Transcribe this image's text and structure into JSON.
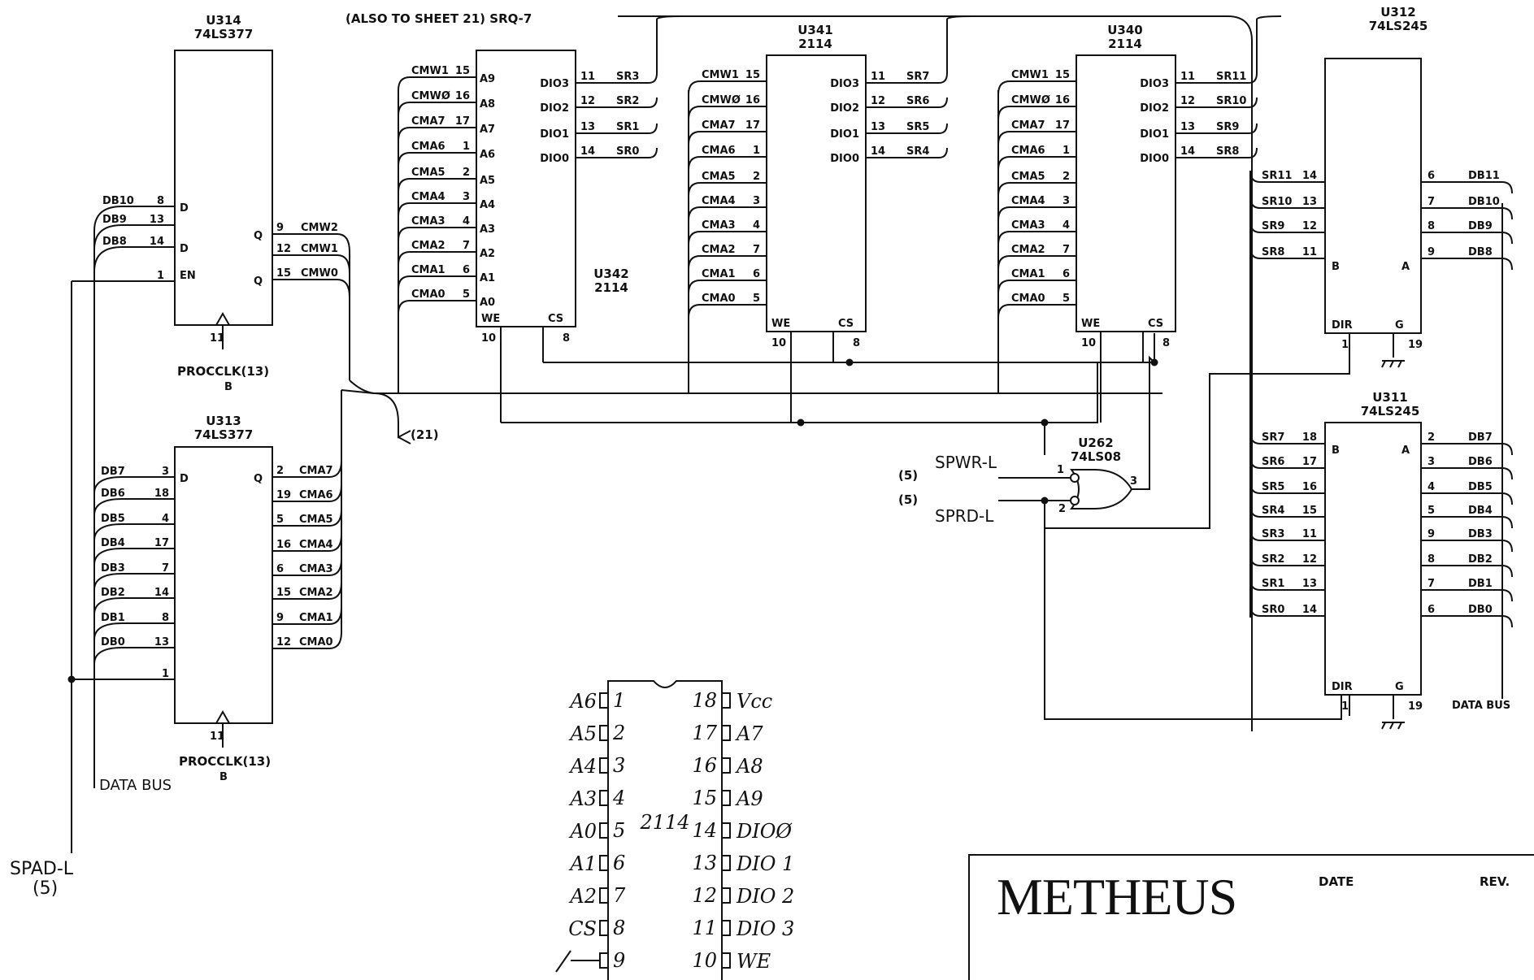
{
  "note": "(ALSO TO SHEET 21) SRQ-7",
  "branch_note": "(21)",
  "logo": "METHEUS",
  "title_block": {
    "date_label": "DATE",
    "rev_label": "REV."
  },
  "external_signals": {
    "spwr": "SPWR-L",
    "spwr_ref": "(5)",
    "sprd": "SPRD-L",
    "sprd_ref": "(5)",
    "spad": "SPAD-L",
    "spad_ref": "(5)",
    "procclk_1": "PROCCLK(13)",
    "procclk_1_b": "B",
    "procclk_2": "PROCCLK(13)",
    "procclk_2_b": "B",
    "data_bus_left": "DATA BUS",
    "data_bus_right": "DATA BUS"
  },
  "chips": {
    "u314": {
      "ref": "U314",
      "part": "74LS377",
      "clk_pin": "11"
    },
    "u313": {
      "ref": "U313",
      "part": "74LS377",
      "clk_pin": "11"
    },
    "u342": {
      "ref": "U342",
      "part": "2114"
    },
    "u341": {
      "ref": "U341",
      "part": "2114"
    },
    "u340": {
      "ref": "U340",
      "part": "2114"
    },
    "u312": {
      "ref": "U312",
      "part": "74LS245"
    },
    "u311": {
      "ref": "U311",
      "part": "74LS245"
    },
    "u262": {
      "ref": "U262",
      "part": "74LS08"
    }
  },
  "u314_inputs": [
    {
      "net": "DB10",
      "pin": "8",
      "fn": "D"
    },
    {
      "net": "DB9",
      "pin": "13",
      "fn": ""
    },
    {
      "net": "DB8",
      "pin": "14",
      "fn": "D"
    },
    {
      "net": "",
      "pin": "1",
      "fn": "ĒN"
    }
  ],
  "u314_outputs": [
    {
      "pin": "9",
      "net": "CMW2",
      "fn": "Q"
    },
    {
      "pin": "12",
      "net": "CMW1",
      "fn": ""
    },
    {
      "pin": "15",
      "net": "CMW0",
      "fn": "Q"
    }
  ],
  "u313_inputs": [
    {
      "net": "DB7",
      "pin": "3",
      "fn": "D"
    },
    {
      "net": "DB6",
      "pin": "18",
      "fn": ""
    },
    {
      "net": "DB5",
      "pin": "4",
      "fn": ""
    },
    {
      "net": "DB4",
      "pin": "17",
      "fn": ""
    },
    {
      "net": "DB3",
      "pin": "7",
      "fn": ""
    },
    {
      "net": "DB2",
      "pin": "14",
      "fn": ""
    },
    {
      "net": "DB1",
      "pin": "8",
      "fn": ""
    },
    {
      "net": "DB0",
      "pin": "13",
      "fn": ""
    },
    {
      "net": "",
      "pin": "1",
      "fn": ""
    }
  ],
  "u313_outputs": [
    {
      "pin": "2",
      "net": "CMA7",
      "fn": "Q"
    },
    {
      "pin": "19",
      "net": "CMA6",
      "fn": ""
    },
    {
      "pin": "5",
      "net": "CMA5",
      "fn": ""
    },
    {
      "pin": "16",
      "net": "CMA4",
      "fn": ""
    },
    {
      "pin": "6",
      "net": "CMA3",
      "fn": ""
    },
    {
      "pin": "15",
      "net": "CMA2",
      "fn": ""
    },
    {
      "pin": "9",
      "net": "CMA1",
      "fn": ""
    },
    {
      "pin": "12",
      "net": "CMA0",
      "fn": ""
    }
  ],
  "ram_address_inputs": [
    {
      "net": "CMW1",
      "pin": "15",
      "fn": "A9"
    },
    {
      "net": "CMWØ",
      "pin": "16",
      "fn": "A8"
    },
    {
      "net": "CMA7",
      "pin": "17",
      "fn": "A7"
    },
    {
      "net": "CMA6",
      "pin": "1",
      "fn": "A6"
    },
    {
      "net": "CMA5",
      "pin": "2",
      "fn": "A5"
    },
    {
      "net": "CMA4",
      "pin": "3",
      "fn": "A4"
    },
    {
      "net": "CMA3",
      "pin": "4",
      "fn": "A3"
    },
    {
      "net": "CMA2",
      "pin": "7",
      "fn": "A2"
    },
    {
      "net": "CMA1",
      "pin": "6",
      "fn": "A1"
    },
    {
      "net": "CMA0",
      "pin": "5",
      "fn": "A0"
    }
  ],
  "ram_ctrl": {
    "we": "WE",
    "cs": "CS",
    "we_pin": "10",
    "cs_pin": "8"
  },
  "u342_data": [
    {
      "fn": "DIO3",
      "pin": "11",
      "net": "SR3"
    },
    {
      "fn": "DIO2",
      "pin": "12",
      "net": "SR2"
    },
    {
      "fn": "DIO1",
      "pin": "13",
      "net": "SR1"
    },
    {
      "fn": "DIO0",
      "pin": "14",
      "net": "SR0"
    }
  ],
  "u341_data": [
    {
      "fn": "DIO3",
      "pin": "11",
      "net": "SR7"
    },
    {
      "fn": "DIO2",
      "pin": "12",
      "net": "SR6"
    },
    {
      "fn": "DIO1",
      "pin": "13",
      "net": "SR5"
    },
    {
      "fn": "DIO0",
      "pin": "14",
      "net": "SR4"
    }
  ],
  "u340_data": [
    {
      "fn": "DIO3",
      "pin": "11",
      "net": "SR11"
    },
    {
      "fn": "DIO2",
      "pin": "12",
      "net": "SR10"
    },
    {
      "fn": "DIO1",
      "pin": "13",
      "net": "SR9"
    },
    {
      "fn": "DIO0",
      "pin": "14",
      "net": "SR8"
    }
  ],
  "u312_b": [
    {
      "net": "SR11",
      "pin": "14"
    },
    {
      "net": "SR10",
      "pin": "13"
    },
    {
      "net": "SR9",
      "pin": "12"
    },
    {
      "net": "SR8",
      "pin": "11"
    }
  ],
  "u312_a": [
    {
      "pin": "6",
      "net": "DB11"
    },
    {
      "pin": "7",
      "net": "DB10"
    },
    {
      "pin": "8",
      "net": "DB9"
    },
    {
      "pin": "9",
      "net": "DB8"
    }
  ],
  "u311_b": [
    {
      "net": "SR7",
      "pin": "18"
    },
    {
      "net": "SR6",
      "pin": "17"
    },
    {
      "net": "SR5",
      "pin": "16"
    },
    {
      "net": "SR4",
      "pin": "15"
    },
    {
      "net": "SR3",
      "pin": "11"
    },
    {
      "net": "SR2",
      "pin": "12"
    },
    {
      "net": "SR1",
      "pin": "13"
    },
    {
      "net": "SR0",
      "pin": "14"
    }
  ],
  "u311_a": [
    {
      "pin": "2",
      "net": "DB7"
    },
    {
      "pin": "3",
      "net": "DB6"
    },
    {
      "pin": "4",
      "net": "DB5"
    },
    {
      "pin": "5",
      "net": "DB4"
    },
    {
      "pin": "9",
      "net": "DB3"
    },
    {
      "pin": "8",
      "net": "DB2"
    },
    {
      "pin": "7",
      "net": "DB1"
    },
    {
      "pin": "6",
      "net": "DB0"
    }
  ],
  "buf_ctrl": {
    "dir": "DIR",
    "g": "G",
    "dir_pin": "1",
    "g_pin": "19",
    "b": "B",
    "a": "A"
  },
  "gate_pins": {
    "in1": "1",
    "in2": "2",
    "out": "3"
  },
  "pinout_2114": {
    "name": "2114",
    "left": [
      {
        "pin": "1",
        "name": "A6"
      },
      {
        "pin": "2",
        "name": "A5"
      },
      {
        "pin": "3",
        "name": "A4"
      },
      {
        "pin": "4",
        "name": "A3"
      },
      {
        "pin": "5",
        "name": "A0"
      },
      {
        "pin": "6",
        "name": "A1"
      },
      {
        "pin": "7",
        "name": "A2"
      },
      {
        "pin": "8",
        "name": "CS"
      },
      {
        "pin": "9",
        "name": ""
      }
    ],
    "right": [
      {
        "pin": "18",
        "name": "Vcc"
      },
      {
        "pin": "17",
        "name": "A7"
      },
      {
        "pin": "16",
        "name": "A8"
      },
      {
        "pin": "15",
        "name": "A9"
      },
      {
        "pin": "14",
        "name": "DIOØ"
      },
      {
        "pin": "13",
        "name": "DIO 1"
      },
      {
        "pin": "12",
        "name": "DIO 2"
      },
      {
        "pin": "11",
        "name": "DIO 3"
      },
      {
        "pin": "10",
        "name": "WE"
      }
    ]
  }
}
